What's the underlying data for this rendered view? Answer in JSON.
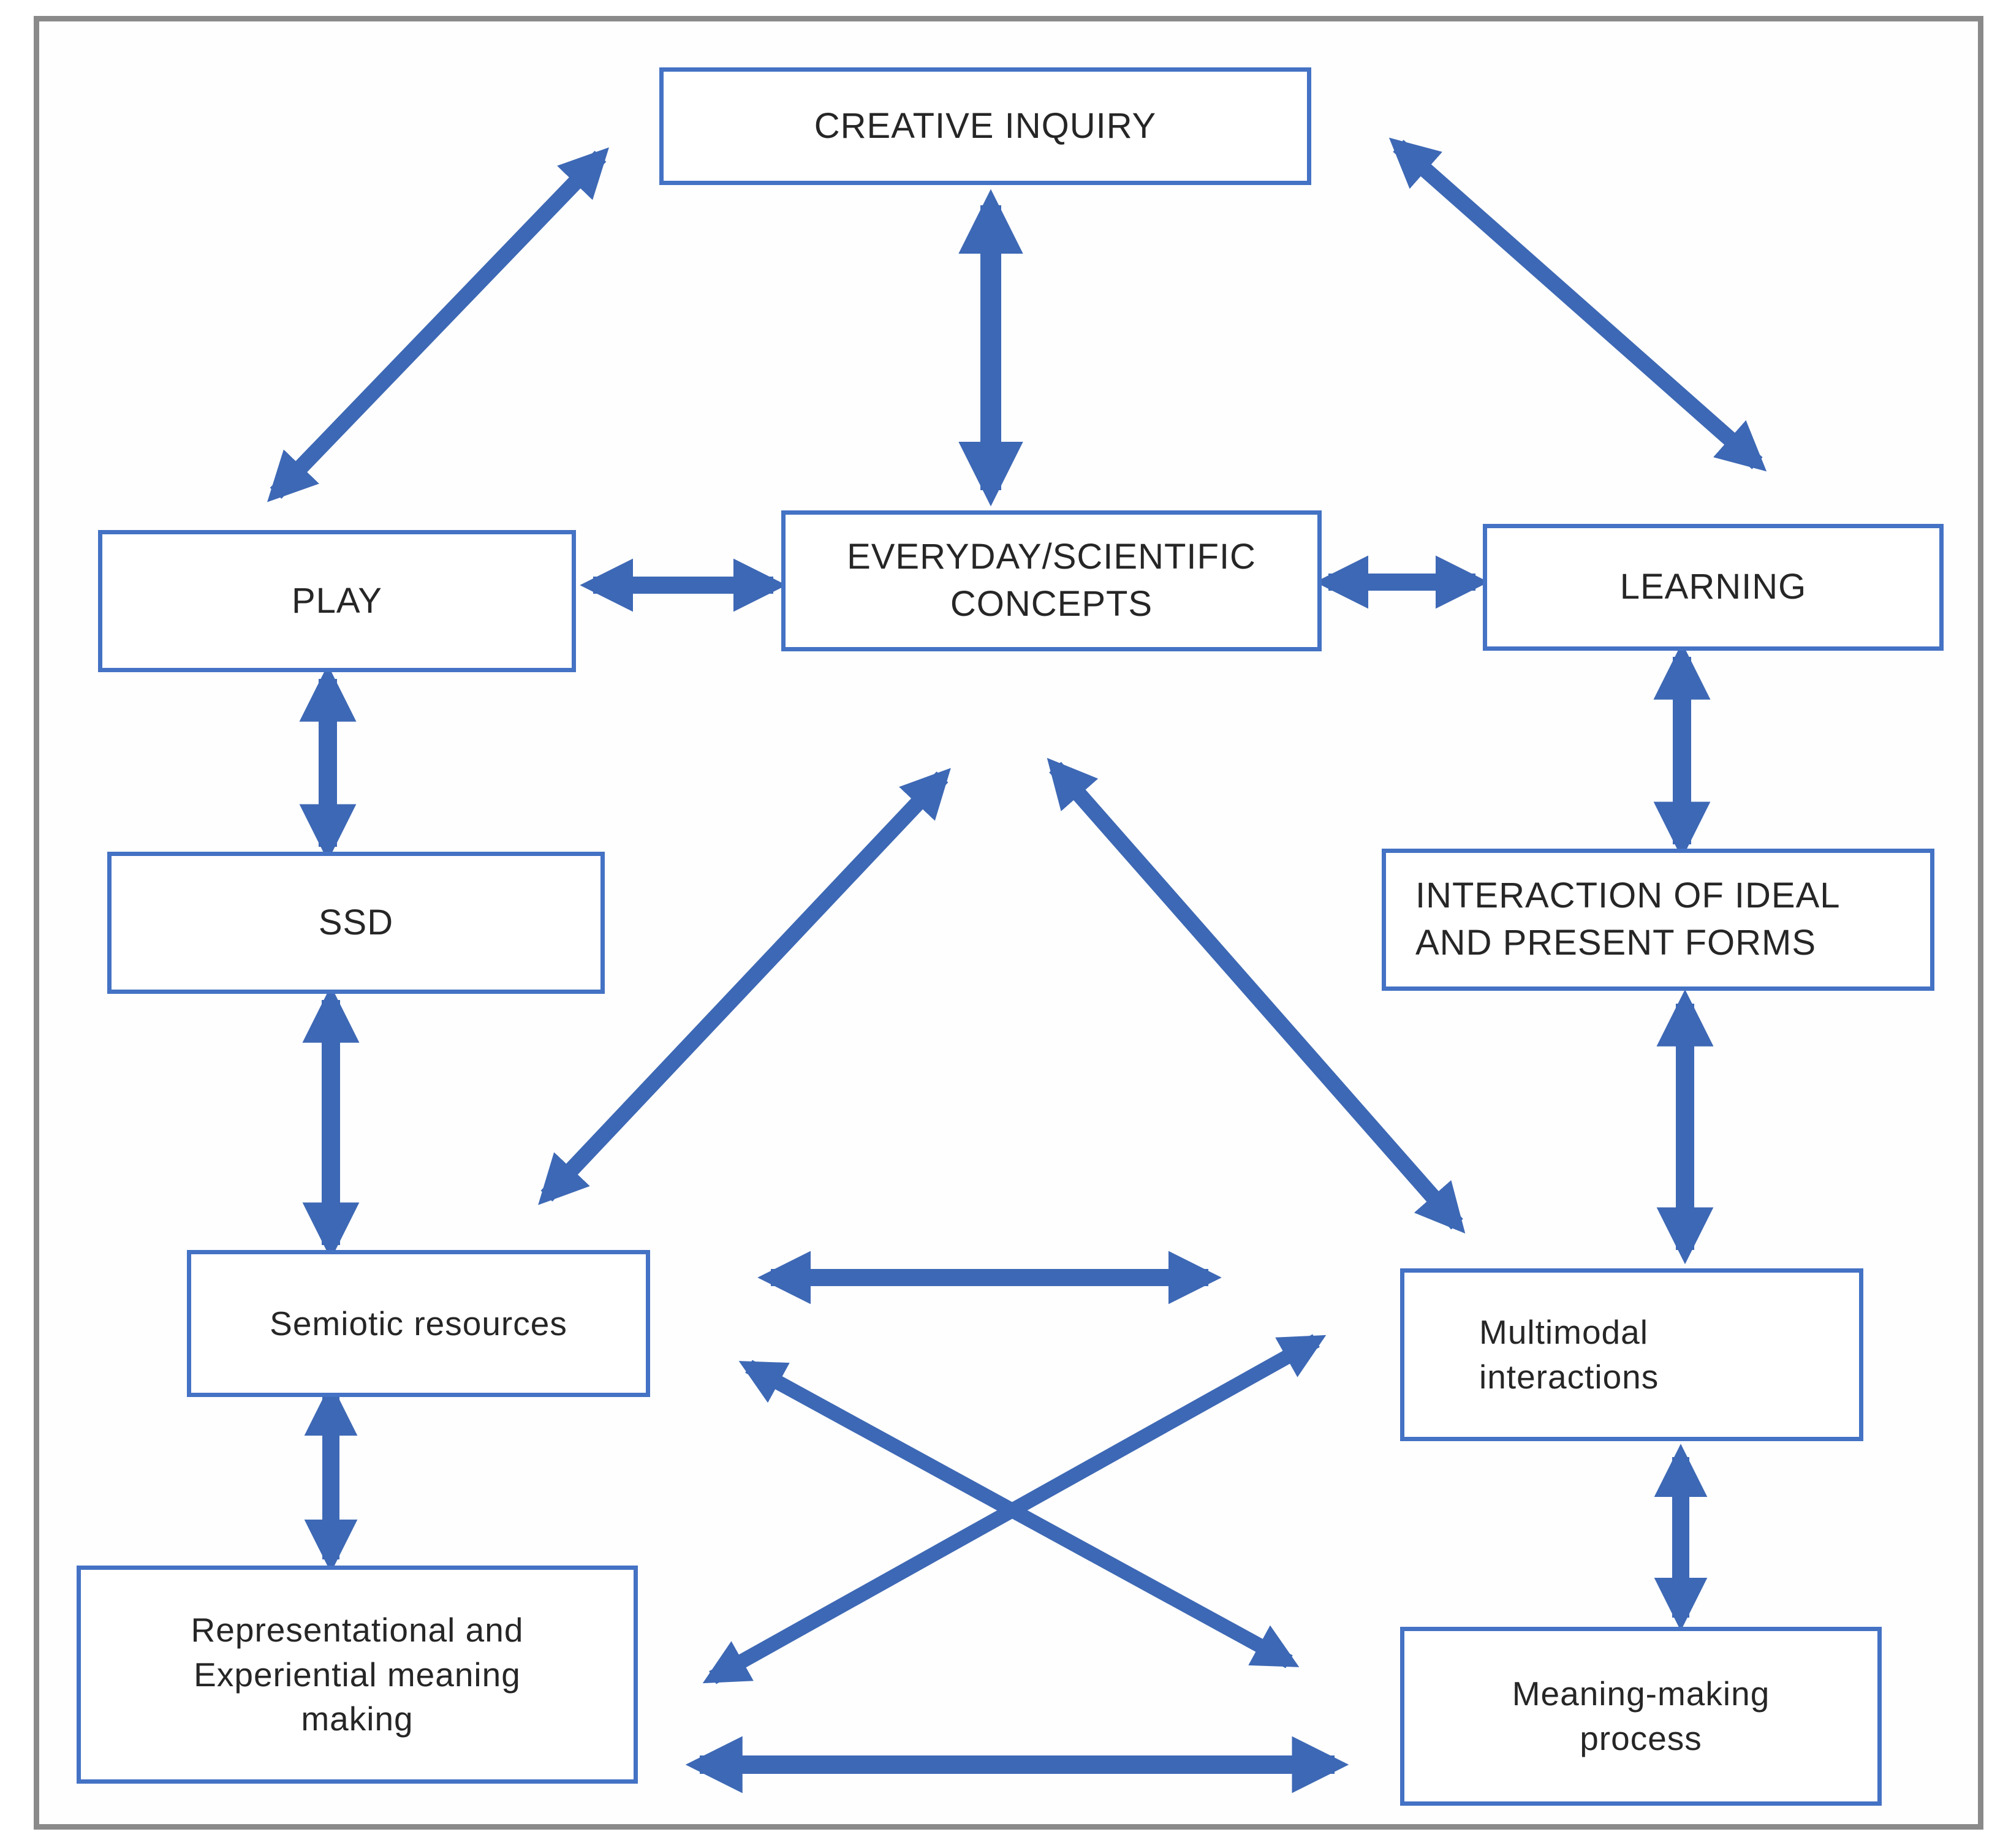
{
  "title": "Creative inquiry, play and learning concept diagram",
  "colors": {
    "arrow": "#3d68b5",
    "box_border": "#4472c4",
    "outer_frame": "#8a8a8a",
    "text": "#262626",
    "background": "#ffffff"
  },
  "boxes": [
    {
      "id": "creative-inquiry",
      "label": "CREATIVE INQUIRY"
    },
    {
      "id": "play",
      "label": "PLAY"
    },
    {
      "id": "everyday-scientific-concepts",
      "label": "EVERYDAY/SCIENTIFIC\nCONCEPTS"
    },
    {
      "id": "learning",
      "label": "LEARNING"
    },
    {
      "id": "ssd",
      "label": "SSD"
    },
    {
      "id": "interaction-ideal-present",
      "label": "INTERACTION OF IDEAL\nAND PRESENT FORMS"
    },
    {
      "id": "semiotic-resources",
      "label": "Semiotic resources"
    },
    {
      "id": "multimodal-interactions",
      "label": "Multimodal\ninteractions"
    },
    {
      "id": "representational-experiential",
      "label": "Representational and\nExperiential meaning\nmaking"
    },
    {
      "id": "meaning-making-process",
      "label": "Meaning-making\nprocess"
    }
  ],
  "connections": [
    {
      "id": "ci-play",
      "from": "creative-inquiry",
      "to": "play",
      "style": "double-arrow"
    },
    {
      "id": "ci-concepts",
      "from": "creative-inquiry",
      "to": "everyday-scientific-concepts",
      "style": "double-arrow"
    },
    {
      "id": "ci-learning",
      "from": "creative-inquiry",
      "to": "learning",
      "style": "double-arrow"
    },
    {
      "id": "play-concepts",
      "from": "play",
      "to": "everyday-scientific-concepts",
      "style": "double-arrow"
    },
    {
      "id": "concepts-learning",
      "from": "everyday-scientific-concepts",
      "to": "learning",
      "style": "double-arrow"
    },
    {
      "id": "play-ssd",
      "from": "play",
      "to": "ssd",
      "style": "double-arrow"
    },
    {
      "id": "learning-interaction",
      "from": "learning",
      "to": "interaction-ideal-present",
      "style": "double-arrow"
    },
    {
      "id": "ssd-semiotic",
      "from": "ssd",
      "to": "semiotic-resources",
      "style": "double-arrow"
    },
    {
      "id": "concepts-semiotic",
      "from": "everyday-scientific-concepts",
      "to": "semiotic-resources",
      "style": "double-arrow"
    },
    {
      "id": "concepts-multimodal",
      "from": "everyday-scientific-concepts",
      "to": "multimodal-interactions",
      "style": "double-arrow"
    },
    {
      "id": "interaction-multimodal",
      "from": "interaction-ideal-present",
      "to": "multimodal-interactions",
      "style": "double-arrow"
    },
    {
      "id": "mid-horizontal",
      "from": "semiotic-resources",
      "to": "multimodal-interactions",
      "style": "double-arrow"
    },
    {
      "id": "cross-a",
      "from": "semiotic-resources",
      "to": "meaning-making-process",
      "style": "double-arrow"
    },
    {
      "id": "cross-b",
      "from": "multimodal-interactions",
      "to": "representational-experiential",
      "style": "double-arrow"
    },
    {
      "id": "semiotic-representational",
      "from": "semiotic-resources",
      "to": "representational-experiential",
      "style": "double-arrow"
    },
    {
      "id": "multimodal-meaning",
      "from": "multimodal-interactions",
      "to": "meaning-making-process",
      "style": "double-arrow"
    },
    {
      "id": "bottom-horizontal",
      "from": "representational-experiential",
      "to": "meaning-making-process",
      "style": "double-arrow"
    }
  ]
}
